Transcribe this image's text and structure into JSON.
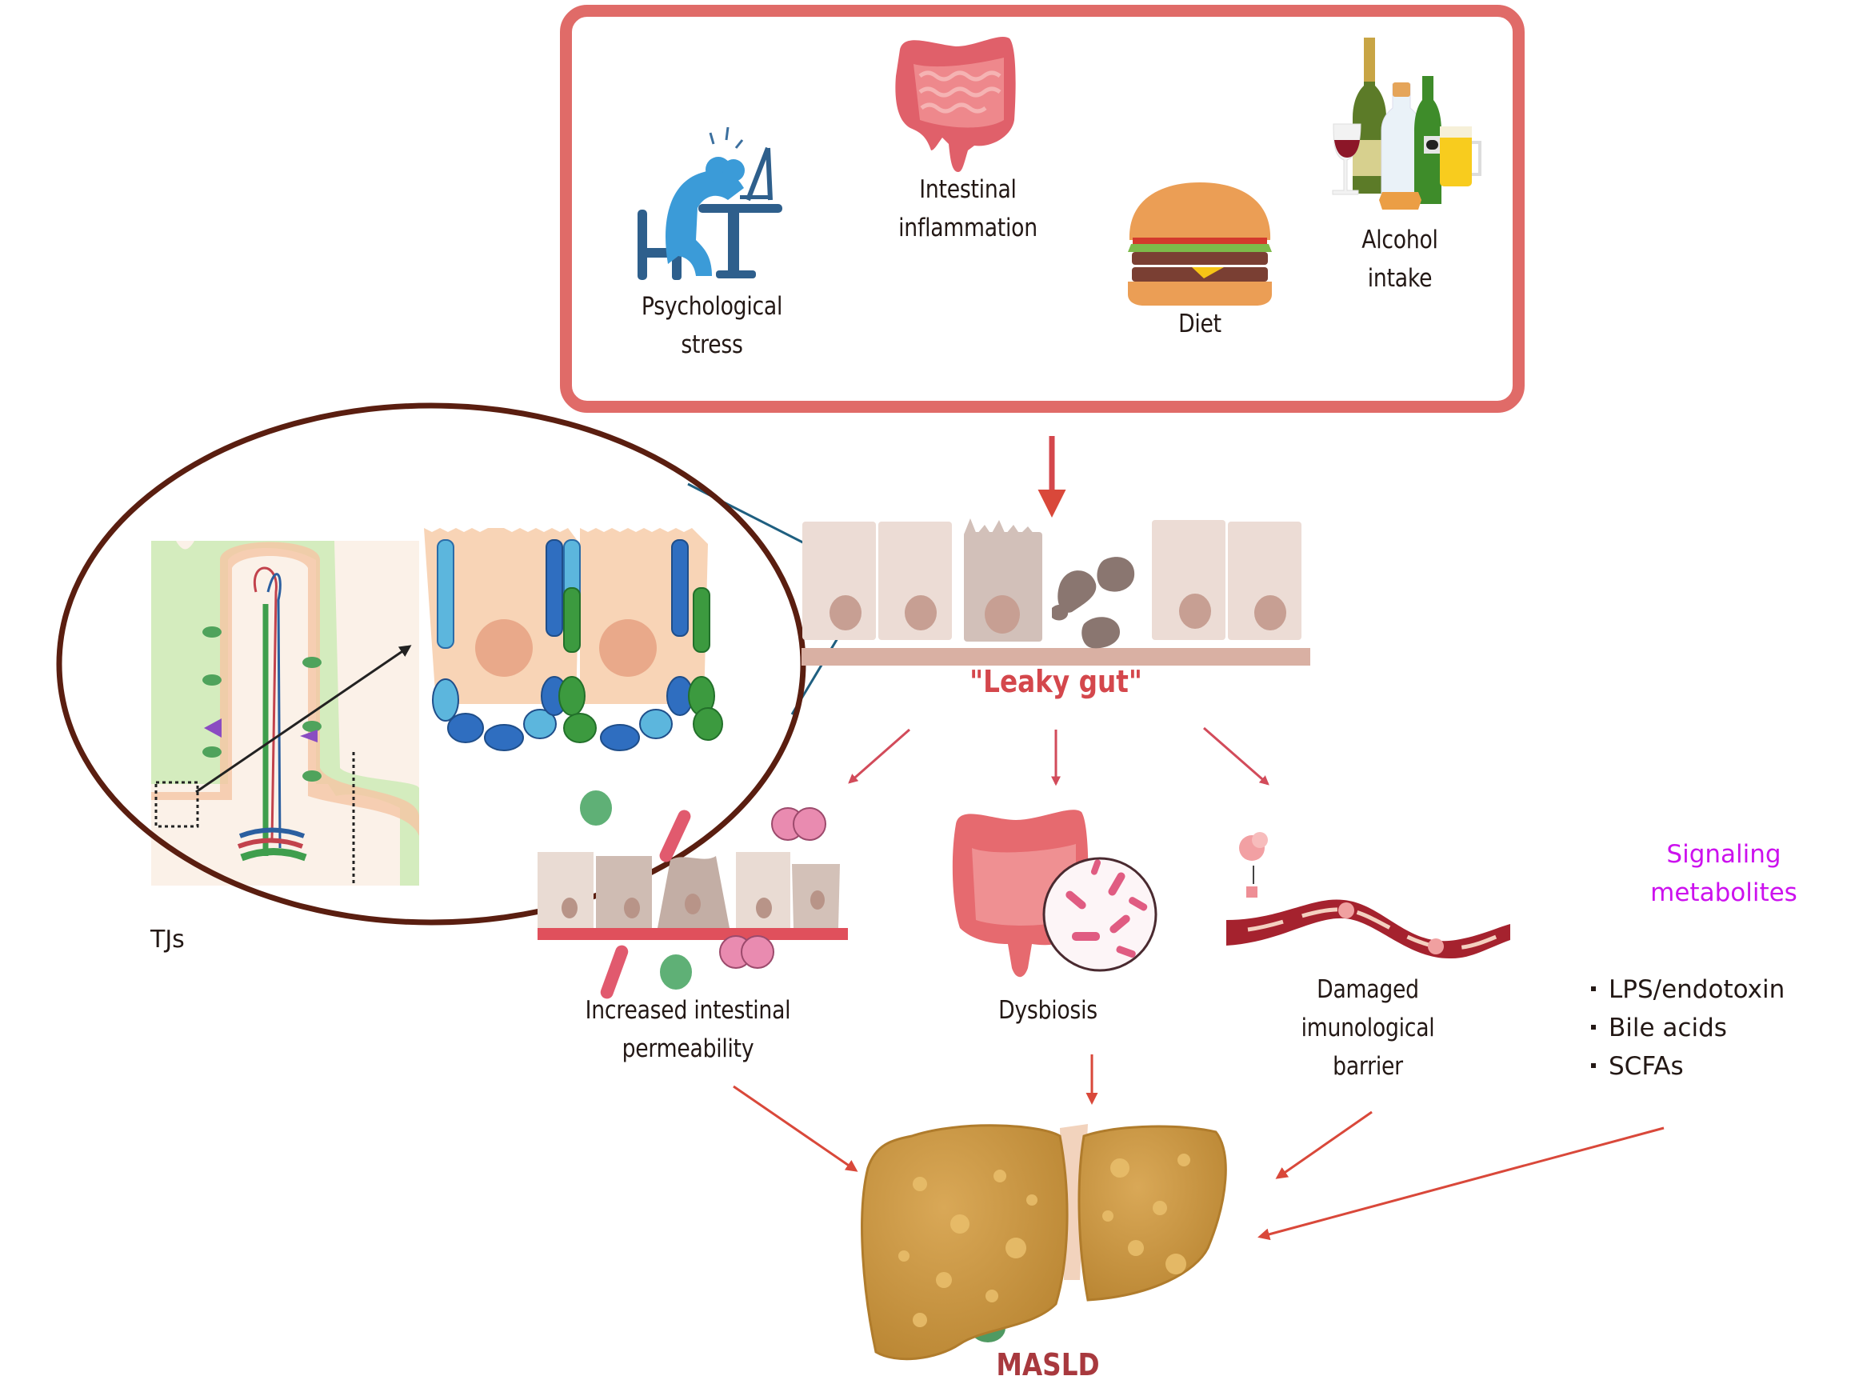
{
  "figure": {
    "type": "pathway-diagram",
    "subject": "Gut-liver axis in MASLD"
  },
  "risk_factors": {
    "items": [
      {
        "id": "psychological-stress",
        "icon": "stressed-person-at-desk-icon",
        "label_lines": [
          "Psychological",
          "stress"
        ]
      },
      {
        "id": "intestinal-inflammation",
        "icon": "intestine-icon",
        "label_lines": [
          "Intestinal",
          "inflammation"
        ]
      },
      {
        "id": "diet",
        "icon": "hamburger-icon",
        "label_lines": [
          "Diet"
        ]
      },
      {
        "id": "alcohol-intake",
        "icon": "alcohol-bottles-icon",
        "label_lines": [
          "Alcohol",
          "intake"
        ]
      }
    ],
    "border_color": "#e06b68"
  },
  "inset": {
    "label": "TJs",
    "ellipse_color": "#5a1e10",
    "connector_color": "#1f5f80"
  },
  "leaky_gut": {
    "label": "\"Leaky gut\"",
    "color": "#d4474c"
  },
  "consequences": [
    {
      "id": "increased-permeability",
      "label_lines": [
        "Increased intestinal",
        "permeability"
      ]
    },
    {
      "id": "dysbiosis",
      "label_lines": [
        "Dysbiosis"
      ]
    },
    {
      "id": "damaged-immunological-barrier",
      "label_lines": [
        "Damaged",
        "imunological",
        "barrier"
      ]
    }
  ],
  "signaling": {
    "title_lines": [
      "Signaling",
      "metabolites"
    ],
    "title_color": "#cc11ee",
    "items": [
      "LPS/endotoxin",
      "Bile acids",
      "SCFAs"
    ]
  },
  "outcome": {
    "label": "MASLD",
    "color": "#a8393e"
  },
  "arrow_color": "#d9483a"
}
